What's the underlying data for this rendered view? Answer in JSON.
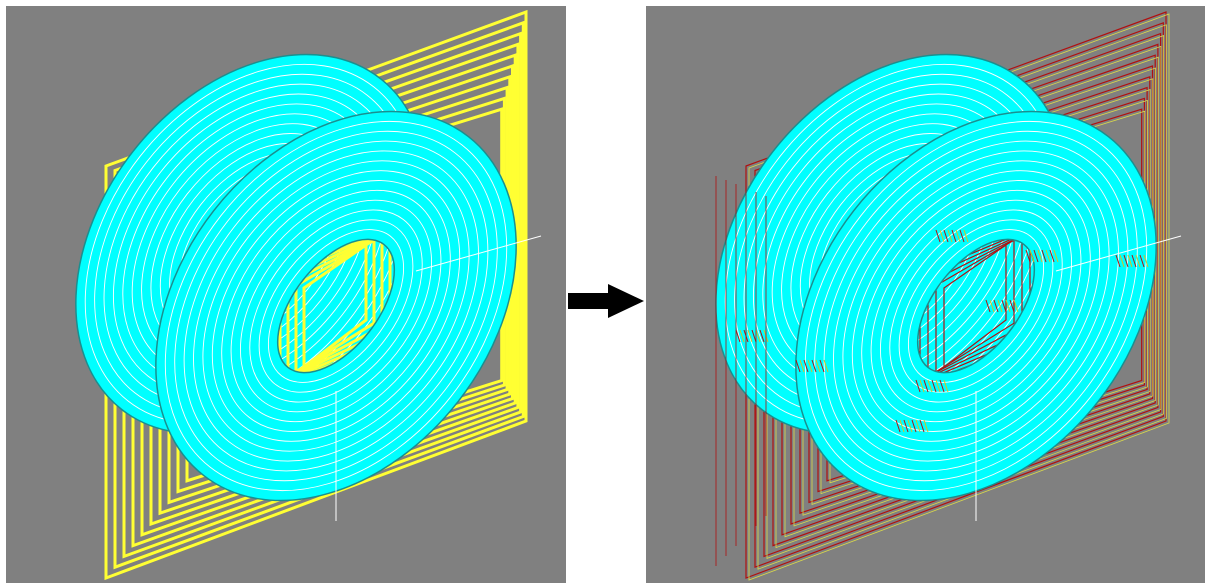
{
  "colors": {
    "background": "#808080",
    "ring_fill": "#00ffff",
    "ring_edge": "#1a8f8f",
    "ring_lines": "#ffffff",
    "yellow_frames": "#ffff33",
    "red_frames": "#b01010",
    "page": "#ffffff",
    "arrow": "#000000"
  },
  "panels": [
    {
      "id": "before",
      "frame_style": "yellow-solid",
      "show_ticks": false
    },
    {
      "id": "after",
      "frame_style": "red-thin",
      "show_ticks": true
    }
  ],
  "arrow_icon": "right-arrow-icon"
}
